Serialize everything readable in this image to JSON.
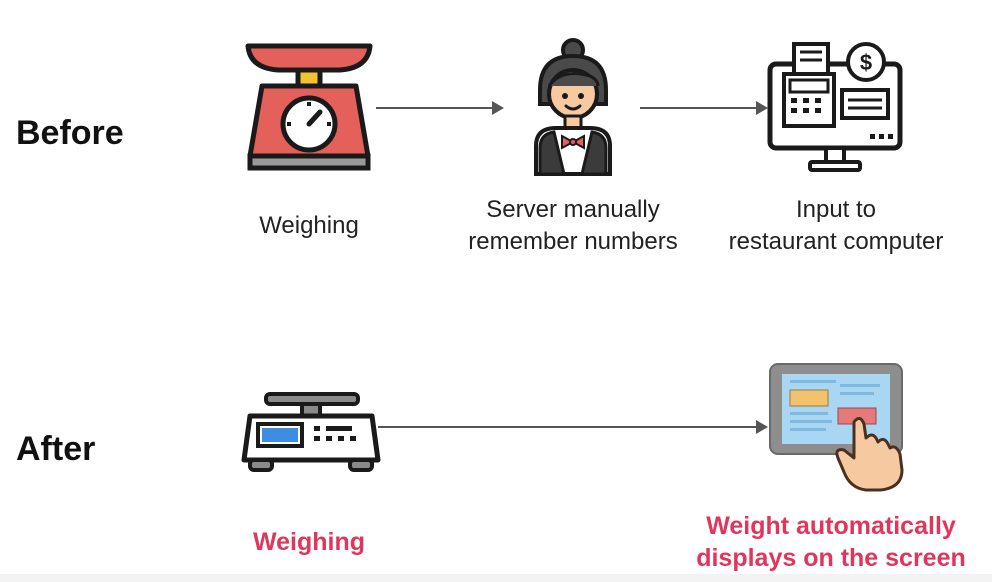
{
  "rows": {
    "before": {
      "label": "Before",
      "steps": [
        {
          "icon": "kitchen-scale-icon",
          "caption": "Weighing"
        },
        {
          "icon": "server-waitress-icon",
          "caption_lines": [
            "Server manually",
            "remember numbers"
          ]
        },
        {
          "icon": "cash-register-computer-icon",
          "caption_lines": [
            "Input to",
            "restaurant computer"
          ]
        }
      ]
    },
    "after": {
      "label": "After",
      "steps": [
        {
          "icon": "digital-scale-icon",
          "caption": "Weighing"
        },
        {
          "icon": "tablet-touch-icon",
          "caption_lines": [
            "Weight automatically",
            "displays on the screen"
          ]
        }
      ]
    }
  },
  "colors": {
    "highlight_text": "#e0365c",
    "scale_red": "#e4605a",
    "outline": "#1a1a1a",
    "tablet_screen": "#a9d6f2",
    "arrow": "#555555"
  }
}
